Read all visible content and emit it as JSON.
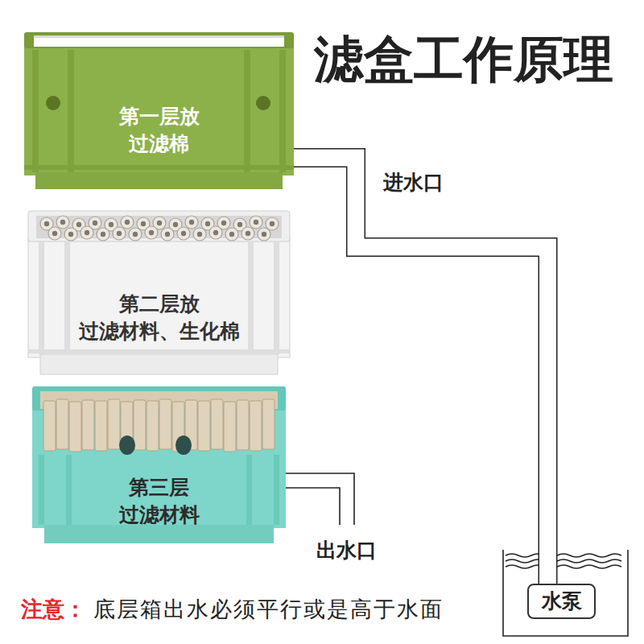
{
  "diagram": {
    "title": "滤盒工作原理",
    "nodes": [
      {
        "text": [
          "第一层放 过滤棉"
        ]
      },
      {
        "text": [
          "第二层放 过滤材料、生化棉"
        ]
      },
      {
        "text": [
          "第三层 过滤材料"
        ]
      },
      {
        "text": [
          "水泵"
        ]
      }
    ],
    "edges": [
      {
        "from": 3,
        "to": 0,
        "arrow": "none",
        "label": "进水口"
      }
    ],
    "labels": [
      "出水口",
      "注意：",
      "底层箱出水必须平行或是高于水面"
    ]
  }
}
